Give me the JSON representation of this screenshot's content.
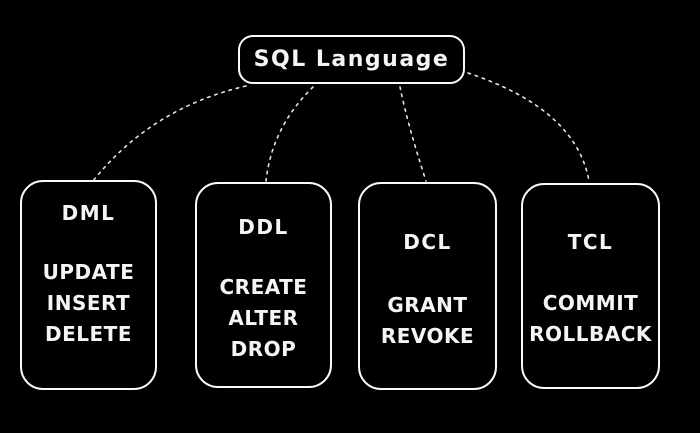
{
  "diagram": {
    "colors": {
      "background": "#000000",
      "stroke": "#fafafa",
      "text": "#f5f5f5",
      "connector": "#e3e3e3"
    },
    "root": {
      "label": "SQL Language"
    },
    "categories": [
      {
        "title": "DML",
        "commands": [
          "UPDATE",
          "INSERT",
          "DELETE"
        ]
      },
      {
        "title": "DDL",
        "commands": [
          "CREATE",
          "ALTER",
          "DROP"
        ]
      },
      {
        "title": "DCL",
        "commands": [
          "GRANT",
          "REVOKE"
        ]
      },
      {
        "title": "TCL",
        "commands": [
          "COMMIT",
          "ROLLBACK"
        ]
      }
    ],
    "connectors": [
      {
        "from": "SQL Language",
        "to": "DML"
      },
      {
        "from": "SQL Language",
        "to": "DDL"
      },
      {
        "from": "SQL Language",
        "to": "DCL"
      },
      {
        "from": "SQL Language",
        "to": "TCL"
      }
    ]
  }
}
